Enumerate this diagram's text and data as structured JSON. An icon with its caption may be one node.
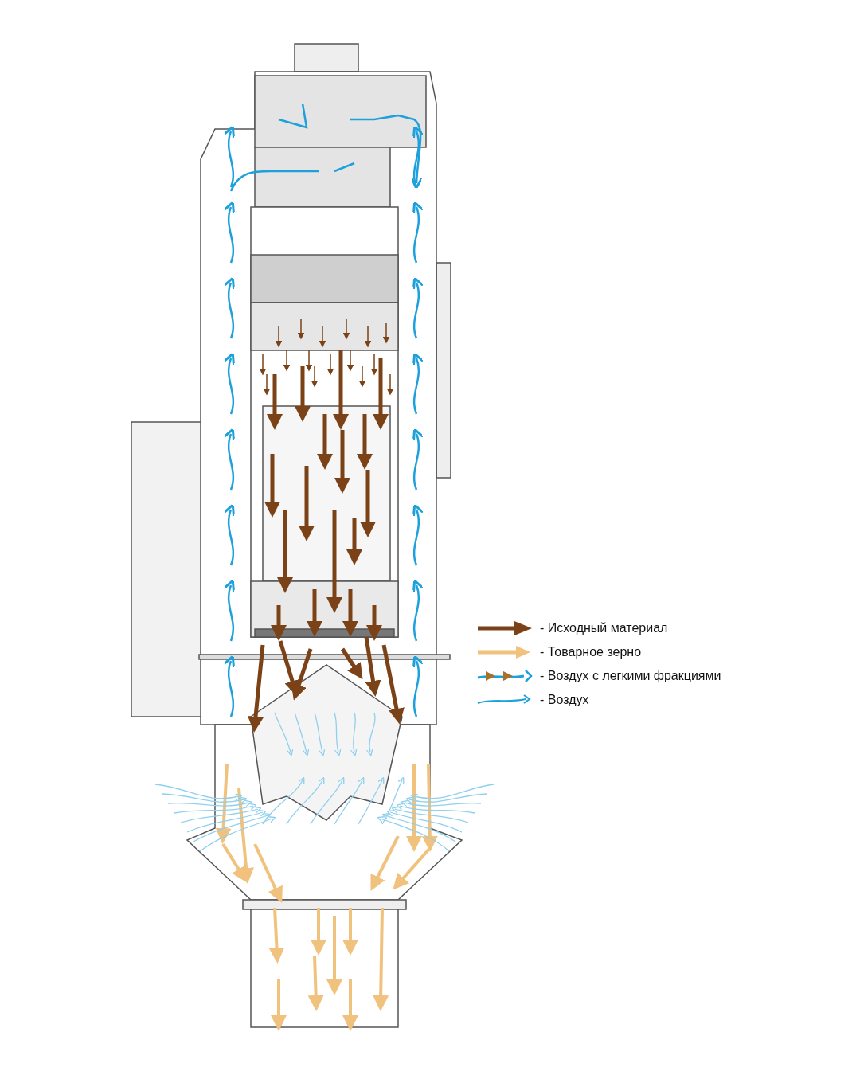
{
  "diagram": {
    "legend": [
      {
        "text": "- Исходный материал"
      },
      {
        "text": "- Товарное зерно"
      },
      {
        "text": "- Воздух с легкими фракциями"
      },
      {
        "text": "- Воздух"
      }
    ]
  }
}
